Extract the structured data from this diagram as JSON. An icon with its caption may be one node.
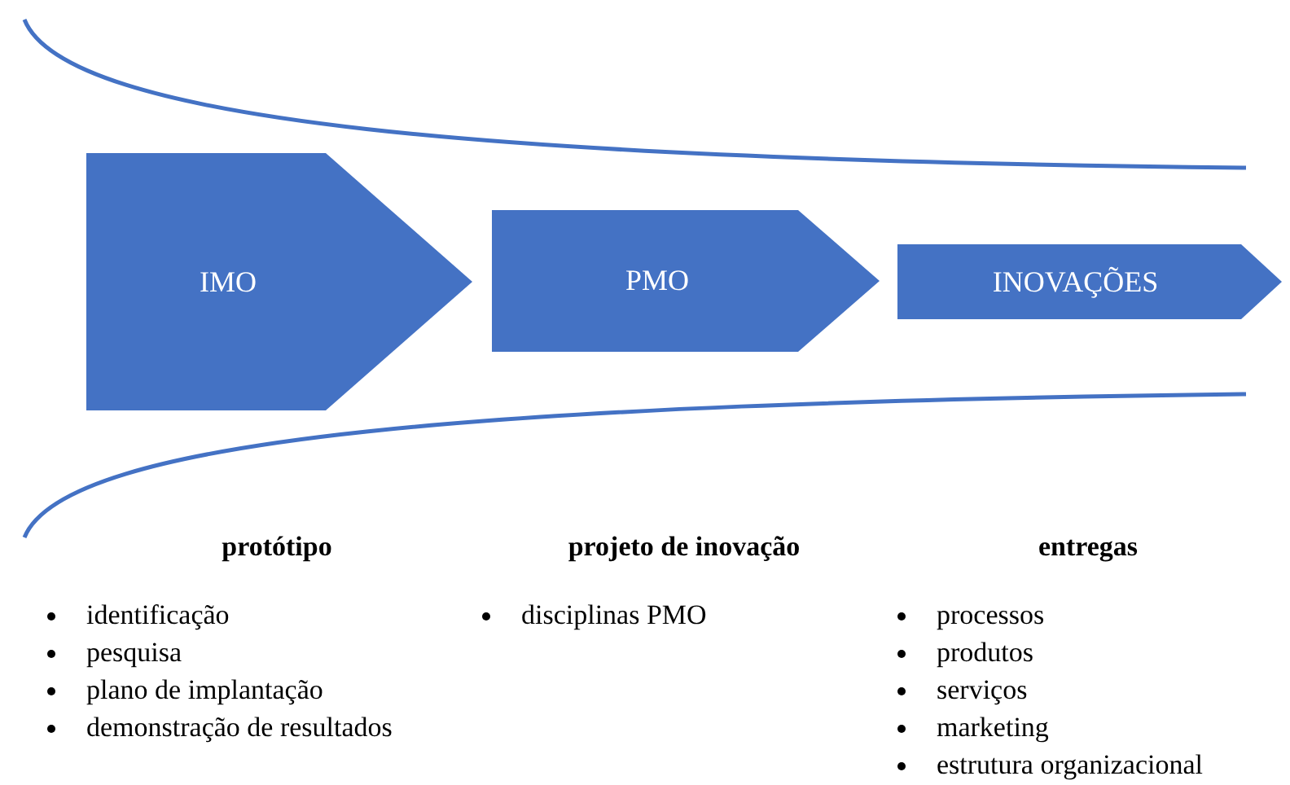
{
  "diagram": {
    "nodes": [
      {
        "text": [
          "IMO"
        ]
      },
      {
        "text": [
          "PMO"
        ]
      },
      {
        "text": [
          "INOVAÇÕES"
        ]
      }
    ],
    "labels": [
      "protótipo",
      "identificação",
      "pesquisa",
      "plano de implantação",
      "demonstração de resultados",
      "projeto de inovação",
      "disciplinas PMO",
      "entregas",
      "processos",
      "produtos",
      "serviços",
      "marketing",
      "estrutura organizacional"
    ]
  }
}
